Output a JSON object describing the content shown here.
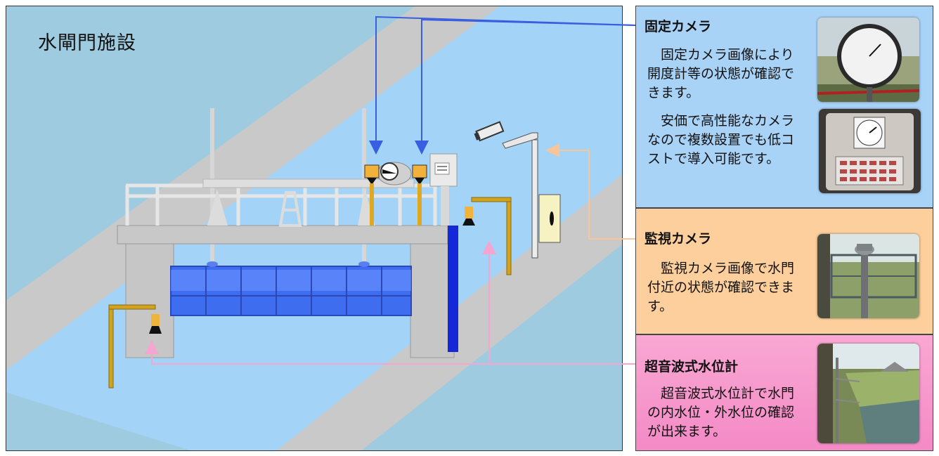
{
  "scene": {
    "title": "水閘門施設"
  },
  "panels": {
    "fixed_camera": {
      "title": "固定カメラ",
      "desc1": "　固定カメラ画像により開度計等の状態が確認できます。",
      "desc2": "　安価で高性能なカメラなので複数設置でも低コストで導入可能です。"
    },
    "monitor_camera": {
      "title": "監視カメラ",
      "desc": "　監視カメラ画像で水門付近の状態が確認できます。"
    },
    "ultrasonic": {
      "title": "超音波式水位計",
      "desc": "　超音波式水位計で水門の内水位・外水位の確認が出来ます。"
    }
  },
  "colors": {
    "fixed_camera_panel": "#a9d2f7",
    "monitor_camera_panel": "#fdcf9c",
    "ultrasonic_panel": "#f48ac6",
    "fixed_connector": "#3a5ee0",
    "monitor_connector": "#f8c49a",
    "ultrasonic_connector": "#f3a6cf",
    "water": "#9fd3f5",
    "gate": "#3f6df0"
  }
}
